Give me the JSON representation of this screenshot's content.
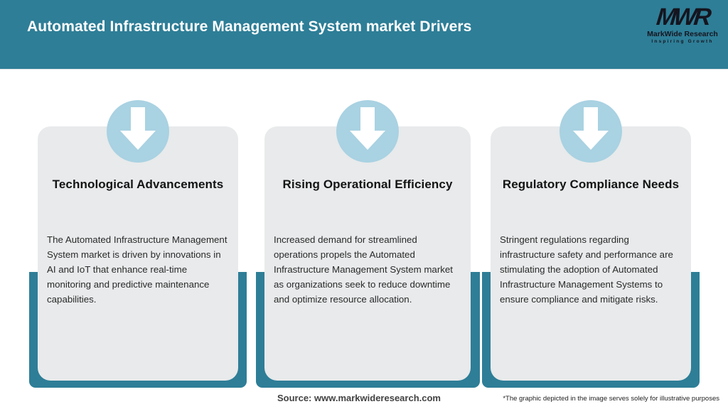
{
  "header": {
    "title": "Automated Infrastructure Management System market Drivers",
    "logo": {
      "mark": "MWR",
      "name": "MarkWide Research",
      "tagline": "Inspiring Growth"
    }
  },
  "chart_data": {
    "type": "table",
    "title": "Automated Infrastructure Management System market Drivers",
    "categories": [
      "Technological Advancements",
      "Rising Operational Efficiency",
      "Regulatory Compliance Needs"
    ],
    "values": [
      "The Automated Infrastructure Management System market is driven by innovations in AI and IoT that enhance real-time monitoring and predictive maintenance capabilities.",
      "Increased demand for streamlined operations propels the Automated Infrastructure Management System market as organizations seek to reduce downtime and optimize resource allocation.",
      "Stringent regulations regarding infrastructure safety and performance are stimulating the adoption of Automated Infrastructure Management Systems to ensure compliance and mitigate risks."
    ]
  },
  "cards": [
    {
      "title": "Technological Advancements",
      "body": "The Automated Infrastructure Management System market is driven by innovations in AI and IoT that enhance real-time monitoring and predictive maintenance capabilities."
    },
    {
      "title": "Rising Operational Efficiency",
      "body": "Increased demand for streamlined operations propels the Automated Infrastructure Management System market as organizations seek to reduce downtime and optimize resource allocation."
    },
    {
      "title": "Regulatory Compliance Needs",
      "body": "Stringent regulations regarding infrastructure safety and performance are stimulating the adoption of Automated Infrastructure Management Systems to ensure compliance and mitigate risks."
    }
  ],
  "footer": {
    "source": "Source: www.markwideresearch.com",
    "disclaimer": "*The graphic depicted in the image serves solely for illustrative purposes"
  },
  "colors": {
    "header_teal": "#2e7e97",
    "card_gray": "#e8eaeb",
    "circle_blue": "#a9d2e2",
    "arrow_white": "#ffffff",
    "logo_ink": "#15151f",
    "title_text": "#141414",
    "body_text": "#2a2a2a"
  }
}
